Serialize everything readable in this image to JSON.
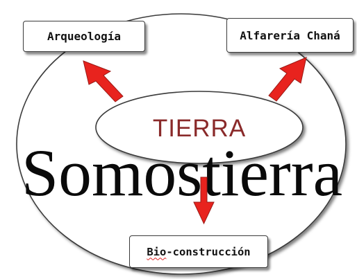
{
  "diagram": {
    "center_label": "TIERRA",
    "main_word": "Somostierra",
    "boxes": {
      "top_left": "Arqueología",
      "top_right": "Alfarería Chaná",
      "bottom_prefix": "Bio",
      "bottom_rest": "-construcción"
    },
    "colors": {
      "arrow": "#e8231e",
      "center_text": "#8a2a2a",
      "outline": "#3a3a3a"
    }
  }
}
